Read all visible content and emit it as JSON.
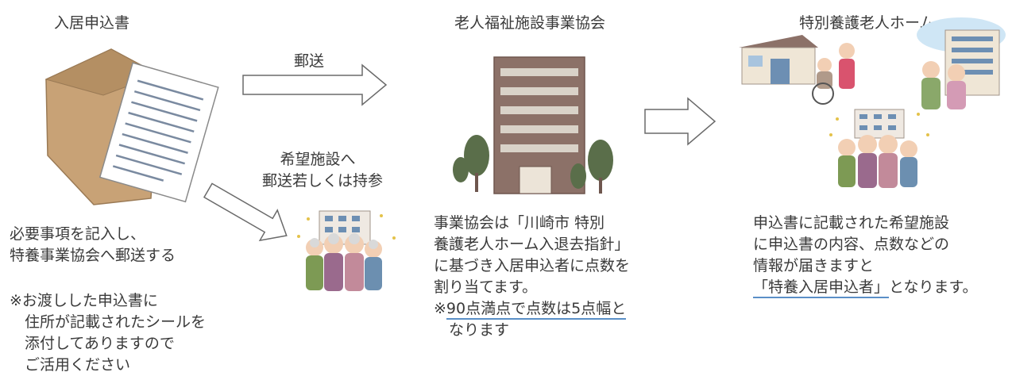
{
  "columns": {
    "application": {
      "title": "入居申込書",
      "description": [
        "必要事項を記入し、",
        "特養事業協会へ郵送する"
      ],
      "note": [
        "※お渡しした申込書に",
        "　住所が記載されたシールを",
        "　添付してありますので",
        "　ご活用ください"
      ]
    },
    "association": {
      "title": "老人福祉施設事業協会",
      "description": [
        "事業協会は「川崎市 特別",
        "養護老人ホーム入退去指針」",
        "に基づき入居申込者に点数を",
        "割り当てます。"
      ],
      "note_prefix": "※",
      "note_underlined": "90点満点で点数は5点幅と",
      "note_cont": "　なります"
    },
    "home": {
      "title": "特別養護老人ホーム",
      "description": [
        "申込書に記載された希望施設",
        "に申込書の内容、点数などの",
        "情報が届きますと"
      ],
      "highlight": "「特養入居申込者」",
      "highlight_suffix": "となります。"
    }
  },
  "flows": {
    "mail": "郵送",
    "alt_route": [
      "希望施設へ",
      "郵送若しくは持参"
    ]
  },
  "colors": {
    "text": "#3a3a3a",
    "arrow_stroke": "#6a6a6a",
    "underline": "#5a8fc7",
    "envelope": "#c8a276",
    "building": "#8c7168",
    "tree": "#5a6e4a"
  }
}
